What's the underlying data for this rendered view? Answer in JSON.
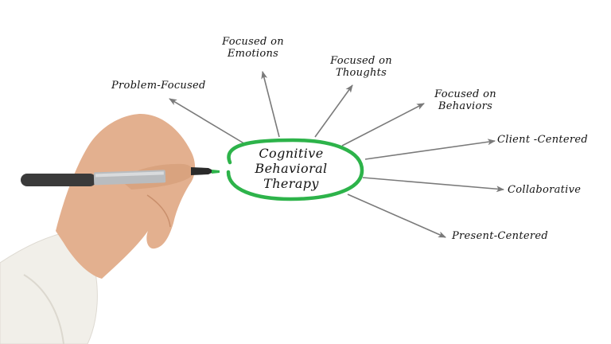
{
  "diagram": {
    "title": "Cognitive Behavioral Therapy",
    "center": {
      "lines": [
        "Cognitive",
        "Behavioral",
        "Therapy"
      ]
    },
    "branches": [
      {
        "id": "problem-focused",
        "lines": [
          "Problem-Focused"
        ]
      },
      {
        "id": "focused-on-emotions",
        "lines": [
          "Focused on",
          "Emotions"
        ]
      },
      {
        "id": "focused-on-thoughts",
        "lines": [
          "Focused on",
          "Thoughts"
        ]
      },
      {
        "id": "focused-on-behaviors",
        "lines": [
          "Focused on",
          "Behaviors"
        ]
      },
      {
        "id": "client-centered",
        "lines": [
          "Client -Centered"
        ]
      },
      {
        "id": "collaborative",
        "lines": [
          "Collaborative"
        ]
      },
      {
        "id": "present-centered",
        "lines": [
          "Present-Centered"
        ]
      }
    ]
  },
  "colors": {
    "background": "#ffffff",
    "ellipse": "#2db34a",
    "arrow": "#7a7a7a",
    "text": "#111111",
    "skin": "#e3b08f",
    "sleeve": "#f1efe9",
    "pen_body": "#3a3a3a",
    "pen_grip": "#b9bcbf"
  }
}
